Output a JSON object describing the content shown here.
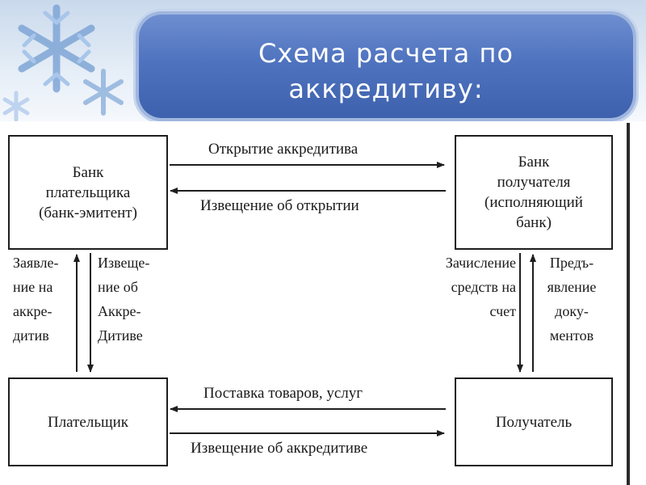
{
  "slide": {
    "title_lines": [
      "Схема расчета по",
      "аккредитиву:"
    ]
  },
  "boxes": {
    "payer_bank": [
      "Банк",
      "плательщика",
      "(банк-эмитент)"
    ],
    "recipient_bank": [
      "Банк",
      "получателя",
      "(исполняющий",
      "банк)"
    ],
    "payer": [
      "Плательщик"
    ],
    "recipient": [
      "Получатель"
    ]
  },
  "arrows": {
    "open_letter": "Открытие аккредитива",
    "notice_opening": "Извещение об открытии",
    "goods_delivery": "Поставка товаров, услуг",
    "notice_letter": "Извещение об аккредитиве",
    "application": [
      "Заявле-",
      "ние на",
      "аккре-",
      "дитив"
    ],
    "notice_left": [
      "Извеще-",
      "ние об",
      "Аккре-",
      "Дитиве"
    ],
    "crediting": [
      "Зачисление",
      "средств на",
      "счет"
    ],
    "documents": [
      "Предъ-",
      "явление",
      "доку-",
      "ментов"
    ]
  },
  "colors": {
    "title_panel": "#4f73bf",
    "line": "#1e1e1e"
  }
}
